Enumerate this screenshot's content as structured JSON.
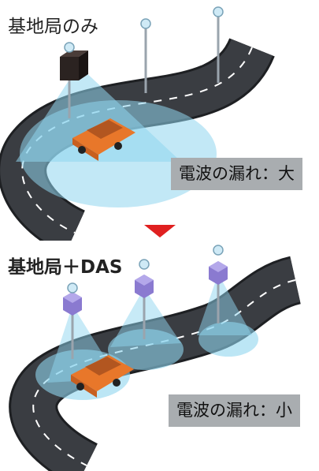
{
  "top": {
    "heading": "基地局のみ",
    "leak_label": "電波の漏れ：大"
  },
  "bottom": {
    "heading": "基地局＋DAS",
    "leak_label": "電波の漏れ：小"
  },
  "colors": {
    "road": "#3a3d42",
    "road_edge": "#1e2023",
    "signal": "#8fd6ef",
    "car": "#e8772a",
    "arrow": "#e02020",
    "label_bg": "#a9adb0",
    "das_box": "#8a7ad0"
  }
}
